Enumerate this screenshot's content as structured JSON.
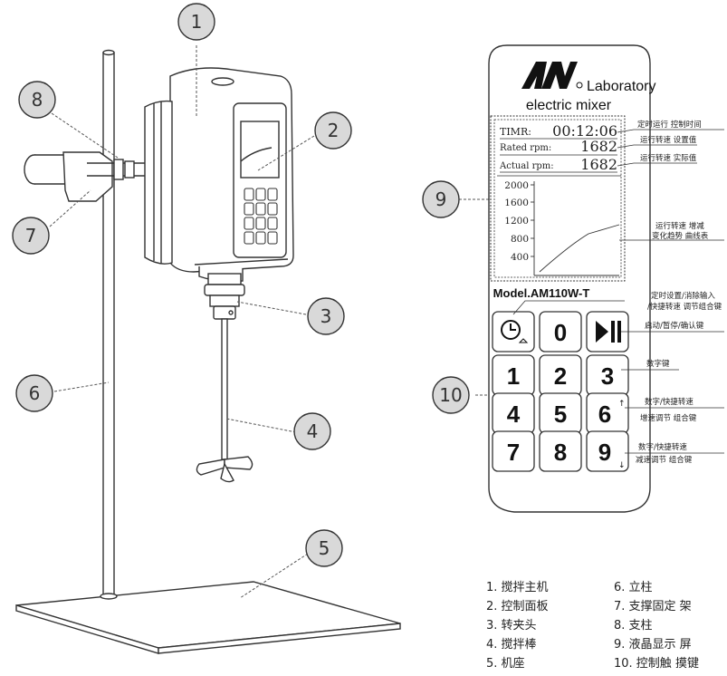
{
  "callouts": [
    "1",
    "2",
    "3",
    "4",
    "5",
    "6",
    "7",
    "8",
    "9",
    "10"
  ],
  "panel": {
    "brand": "Laboratory",
    "product": "electric mixer",
    "lcd": {
      "timer_label": "TIMR:",
      "timer_value": "00:12:06",
      "rated_label": "Rated rpm:",
      "rated_value": "1682",
      "actual_label": "Actual rpm:",
      "actual_value": "1682",
      "y_ticks": [
        "2000",
        "1600",
        "1200",
        "800",
        "400"
      ]
    },
    "model": "Model.AM110W-T",
    "keys": [
      "0",
      "1",
      "2",
      "3",
      "4",
      "5",
      "6",
      "7",
      "8",
      "9"
    ]
  },
  "notes": {
    "timer": "定时运行 控制时间",
    "rated": "运行转速 设置值",
    "actual": "运行转速 实际值",
    "chart_1": "运行转速 增减",
    "chart_2": "变化趋势 曲线表",
    "timer_key_1": "定时设置/消除输入",
    "timer_key_2": "/快捷转速 调节组合键",
    "start_key": "启动/暂停/确认键",
    "numeric_key": "数字键",
    "key6_1": "数字/快捷转速",
    "key6_2": "增速调节 组合键",
    "key9_1": "数字/快捷转速",
    "key9_2": "减速调节 组合键"
  },
  "legend": [
    "1. 搅拌主机",
    "2. 控制面板",
    "3. 转夹头",
    "4. 搅拌棒",
    "5. 机座",
    "6. 立柱",
    "7. 支撑固定 架",
    "8. 支柱",
    "9. 液晶显示 屏",
    "10. 控制触 摸键"
  ],
  "colors": {
    "callout_fill": "#d9d9d9",
    "line": "#333333",
    "leader": "#555555"
  }
}
